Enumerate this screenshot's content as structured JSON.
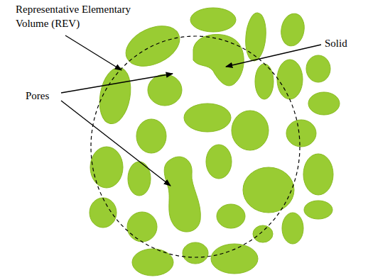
{
  "diagram": {
    "labels": [
      "Representative Elementary Volume (REV)",
      "Solid",
      "Pores"
    ]
  }
}
